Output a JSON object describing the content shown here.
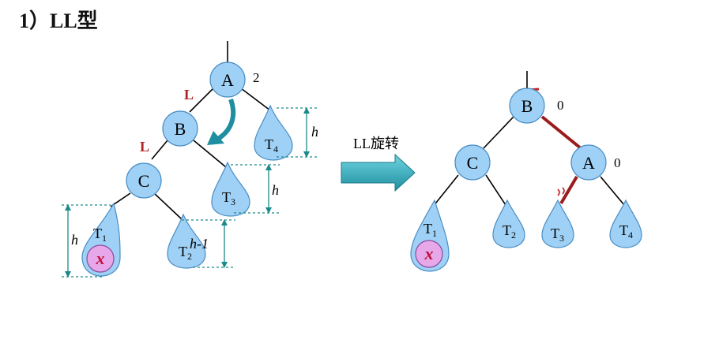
{
  "title": "1）LL型",
  "colors": {
    "node_fill": "#9fd0f5",
    "node_stroke": "#4a8ec4",
    "dim_line": "#1a8a8a",
    "arrow": "#1e8fa0",
    "x_fill": "#e6a8e8",
    "x_text": "#c0103a",
    "highlight": "#9b1c1c",
    "L_mark": "#b22222"
  },
  "before": {
    "nodes": {
      "A": "A",
      "B": "B",
      "C": "C"
    },
    "balance_A": "2",
    "edge_marks": {
      "AB": "L",
      "BC": "L"
    },
    "subtrees": {
      "T1": {
        "base": "T",
        "sub": "1"
      },
      "T2": {
        "base": "T",
        "sub": "2"
      },
      "T3": {
        "base": "T",
        "sub": "3"
      },
      "T4": {
        "base": "T",
        "sub": "4"
      }
    },
    "inserted": "x",
    "heights": {
      "T4": "h",
      "T3": "h",
      "T1": "h",
      "T2": "h-1"
    }
  },
  "transform_label": "LL旋转",
  "after": {
    "nodes": {
      "B": "B",
      "C": "C",
      "A": "A"
    },
    "balance_B": "0",
    "balance_A": "0",
    "subtrees": {
      "T1": {
        "base": "T",
        "sub": "1"
      },
      "T2": {
        "base": "T",
        "sub": "2"
      },
      "T3": {
        "base": "T",
        "sub": "3"
      },
      "T4": {
        "base": "T",
        "sub": "4"
      }
    },
    "inserted": "x"
  }
}
